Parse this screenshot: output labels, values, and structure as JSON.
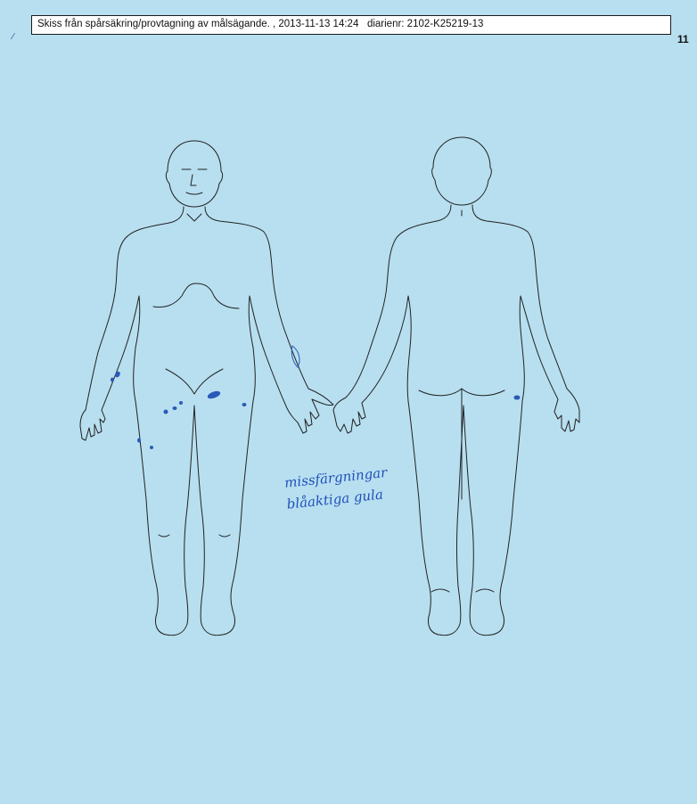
{
  "header": {
    "title": "Skiss från spårsäkring/provtagning av målsägande. , 2013-11-13 14:24",
    "case_number": "diarienr: 2102-K25219-13"
  },
  "page_number": "11",
  "note": {
    "line1": "missfärgningar",
    "line2": "blåaktiga gula"
  },
  "stray_mark": "⁄",
  "colors": {
    "background": "#b7dff0",
    "ink_outline": "#222222",
    "ink_pen": "#2250b8"
  },
  "figures": [
    "front-view",
    "back-view"
  ]
}
